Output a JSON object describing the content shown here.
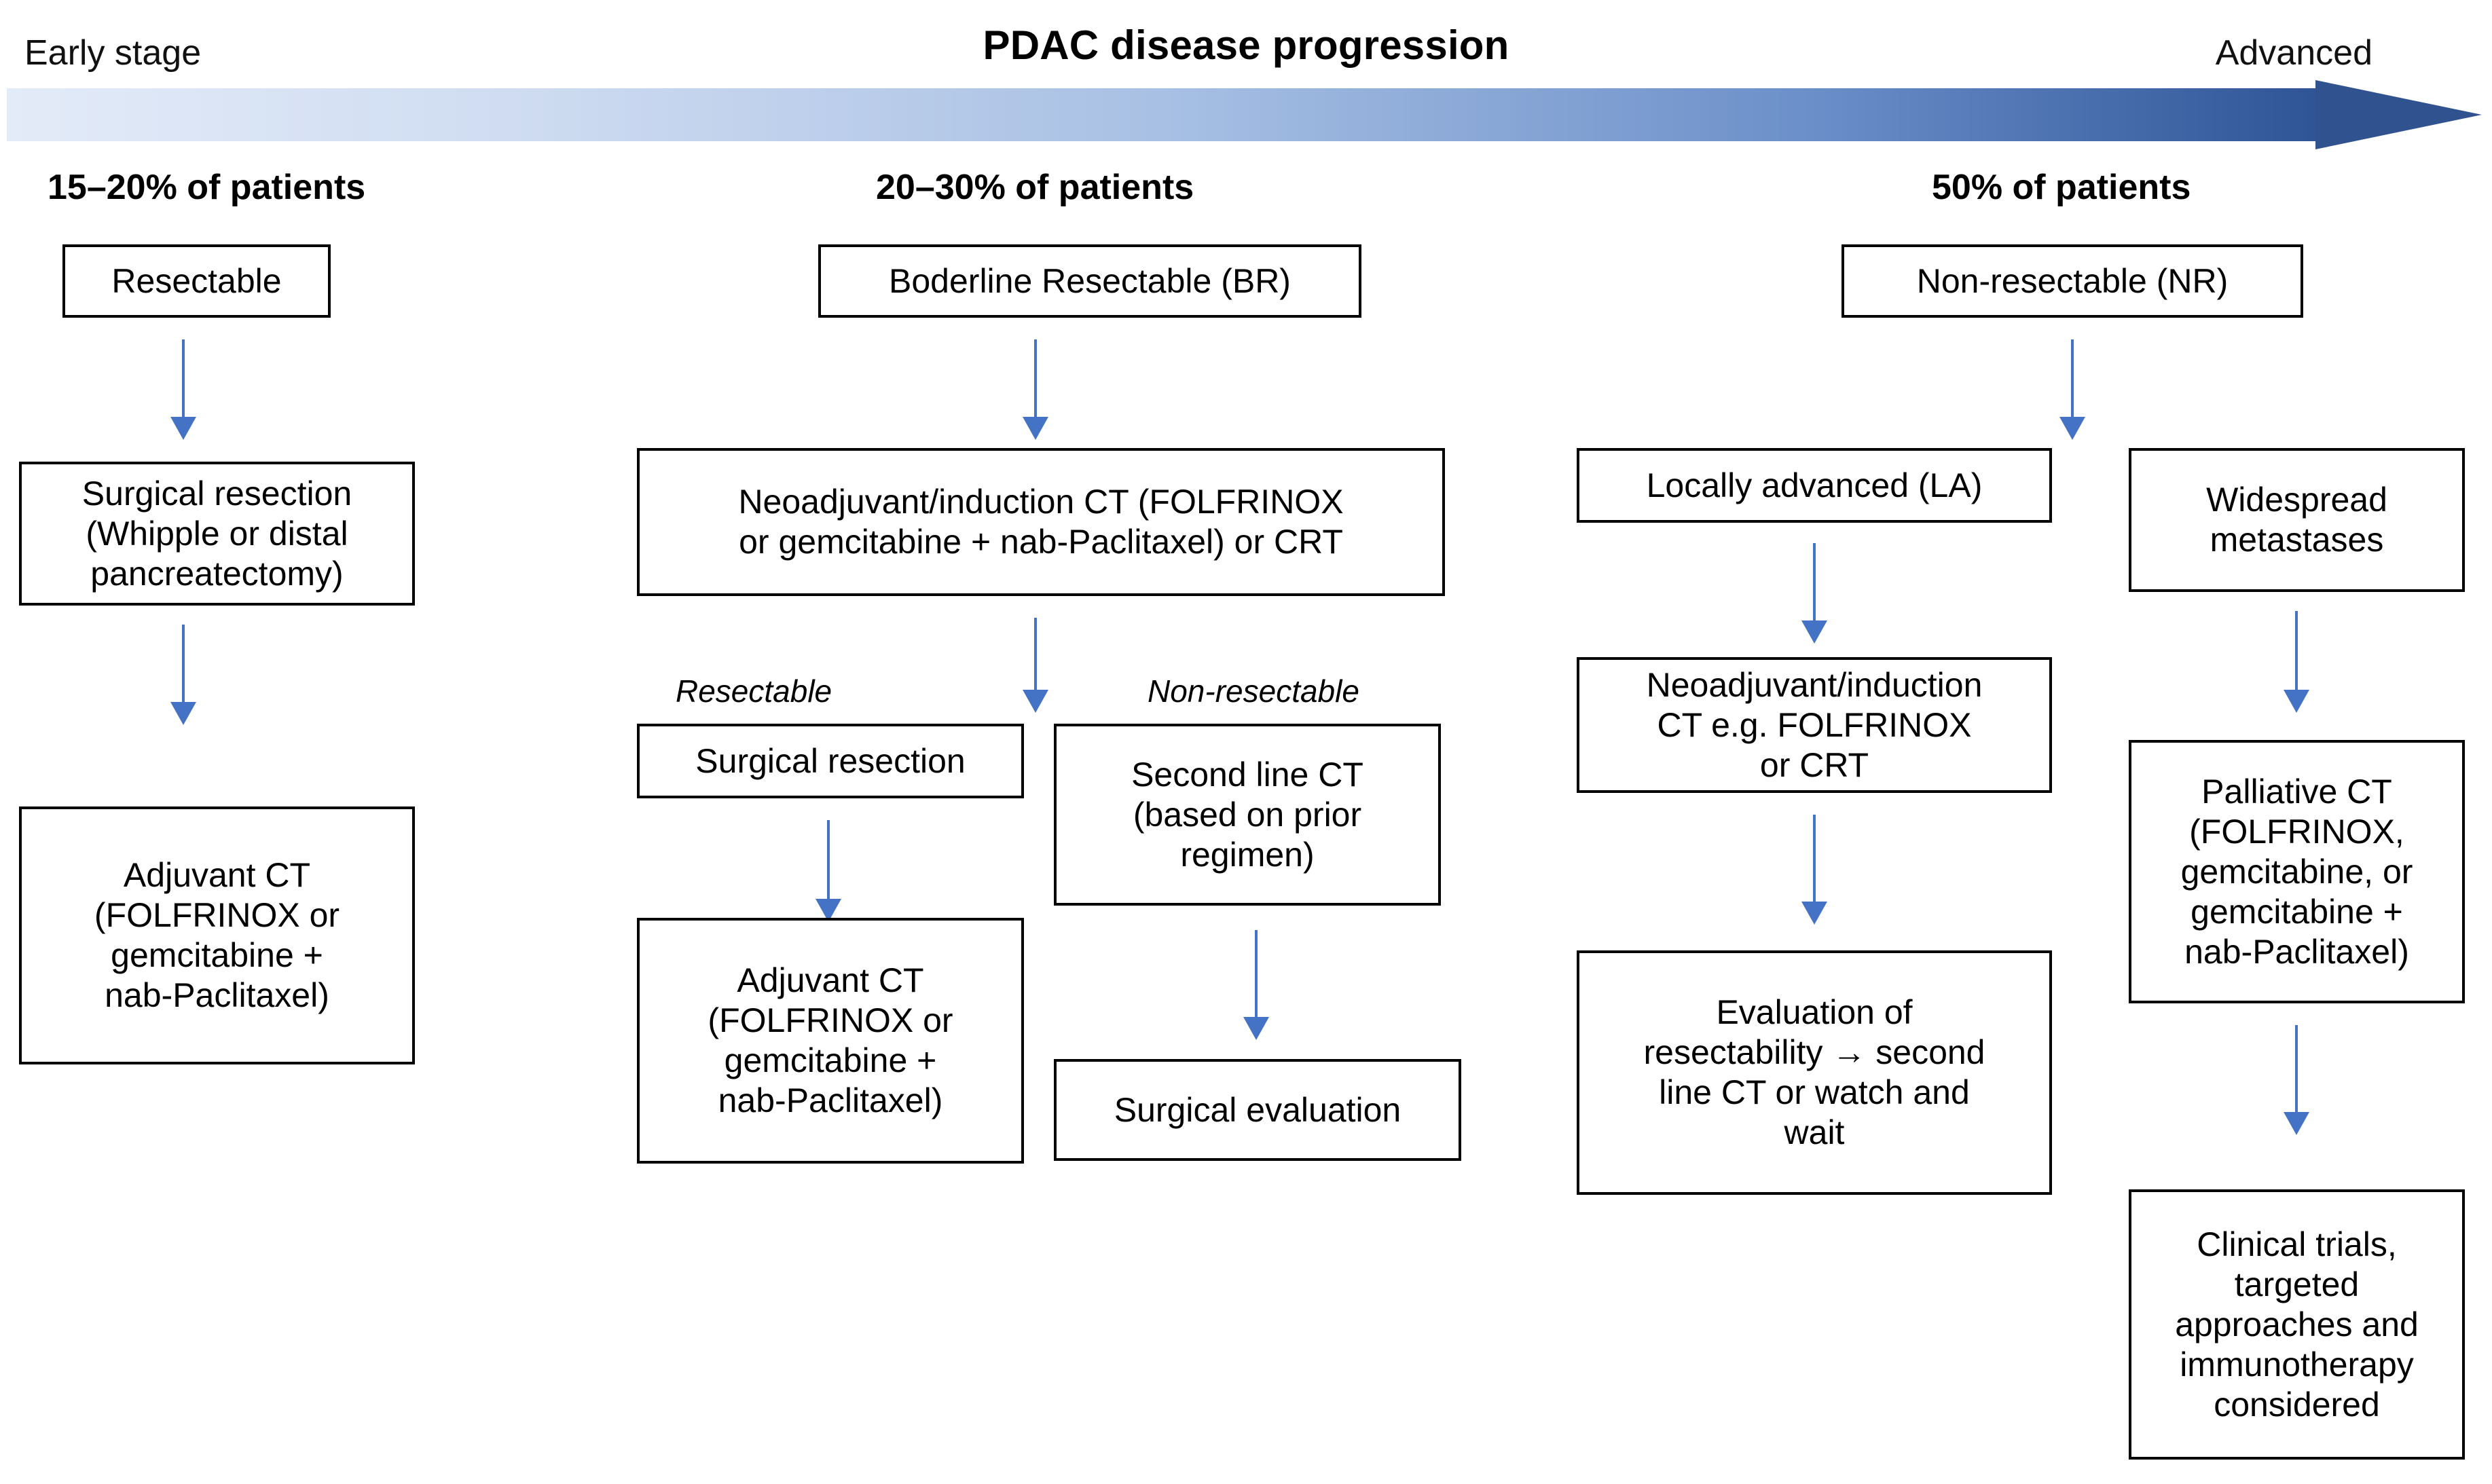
{
  "header": {
    "title": "PDAC disease progression",
    "left_stage_label": "Early stage",
    "right_stage_label": "Advanced",
    "gradient_start_color": "#dfe8f6",
    "gradient_end_color": "#2f5496",
    "arrow_head_color": "#30538f"
  },
  "colors": {
    "connector_arrow": "#4472c4",
    "node_border": "#000000",
    "node_background": "#ffffff",
    "text": "#000000"
  },
  "columns": {
    "resectable": {
      "cohort": "15–20% of patients"
    },
    "borderline": {
      "cohort": "20–30% of patients"
    },
    "nonresectable": {
      "cohort": "50% of patients"
    }
  },
  "branch_labels": {
    "resectable": "Resectable",
    "non_resectable": "Non-resectable"
  },
  "nodes": {
    "resectable": "Resectable",
    "surgical_resection_whipple": "Surgical resection\n(Whipple or distal\npancreatectomy)",
    "adjuvant_ct_left": "Adjuvant CT\n(FOLFRINOX or\ngemcitabine +\nnab-Paclitaxel)",
    "borderline_resectable": "Boderline Resectable (BR)",
    "neoadjuvant_br": "Neoadjuvant/induction CT (FOLFRINOX\nor gemcitabine + nab-Paclitaxel) or CRT",
    "surgical_resection_br": "Surgical resection",
    "second_line_ct": "Second line CT\n(based on prior\nregimen)",
    "adjuvant_ct_br": "Adjuvant CT\n(FOLFRINOX or\ngemcitabine +\nnab-Paclitaxel)",
    "surgical_evaluation": "Surgical evaluation",
    "non_resectable": "Non-resectable (NR)",
    "locally_advanced": "Locally advanced (LA)",
    "widespread_metastases": "Widespread\nmetastases",
    "neoadjuvant_la": "Neoadjuvant/induction\nCT  e.g. FOLFRINOX\nor CRT",
    "evaluation_resectability": "Evaluation of\nresectability → second\nline CT or watch and\nwait",
    "palliative_ct": "Palliative CT\n(FOLFRINOX,\ngemcitabine, or\ngemcitabine +\nnab-Paclitaxel)",
    "clinical_trials": "Clinical trials,\ntargeted\napproaches and\nimmunotherapy\nconsidered"
  }
}
